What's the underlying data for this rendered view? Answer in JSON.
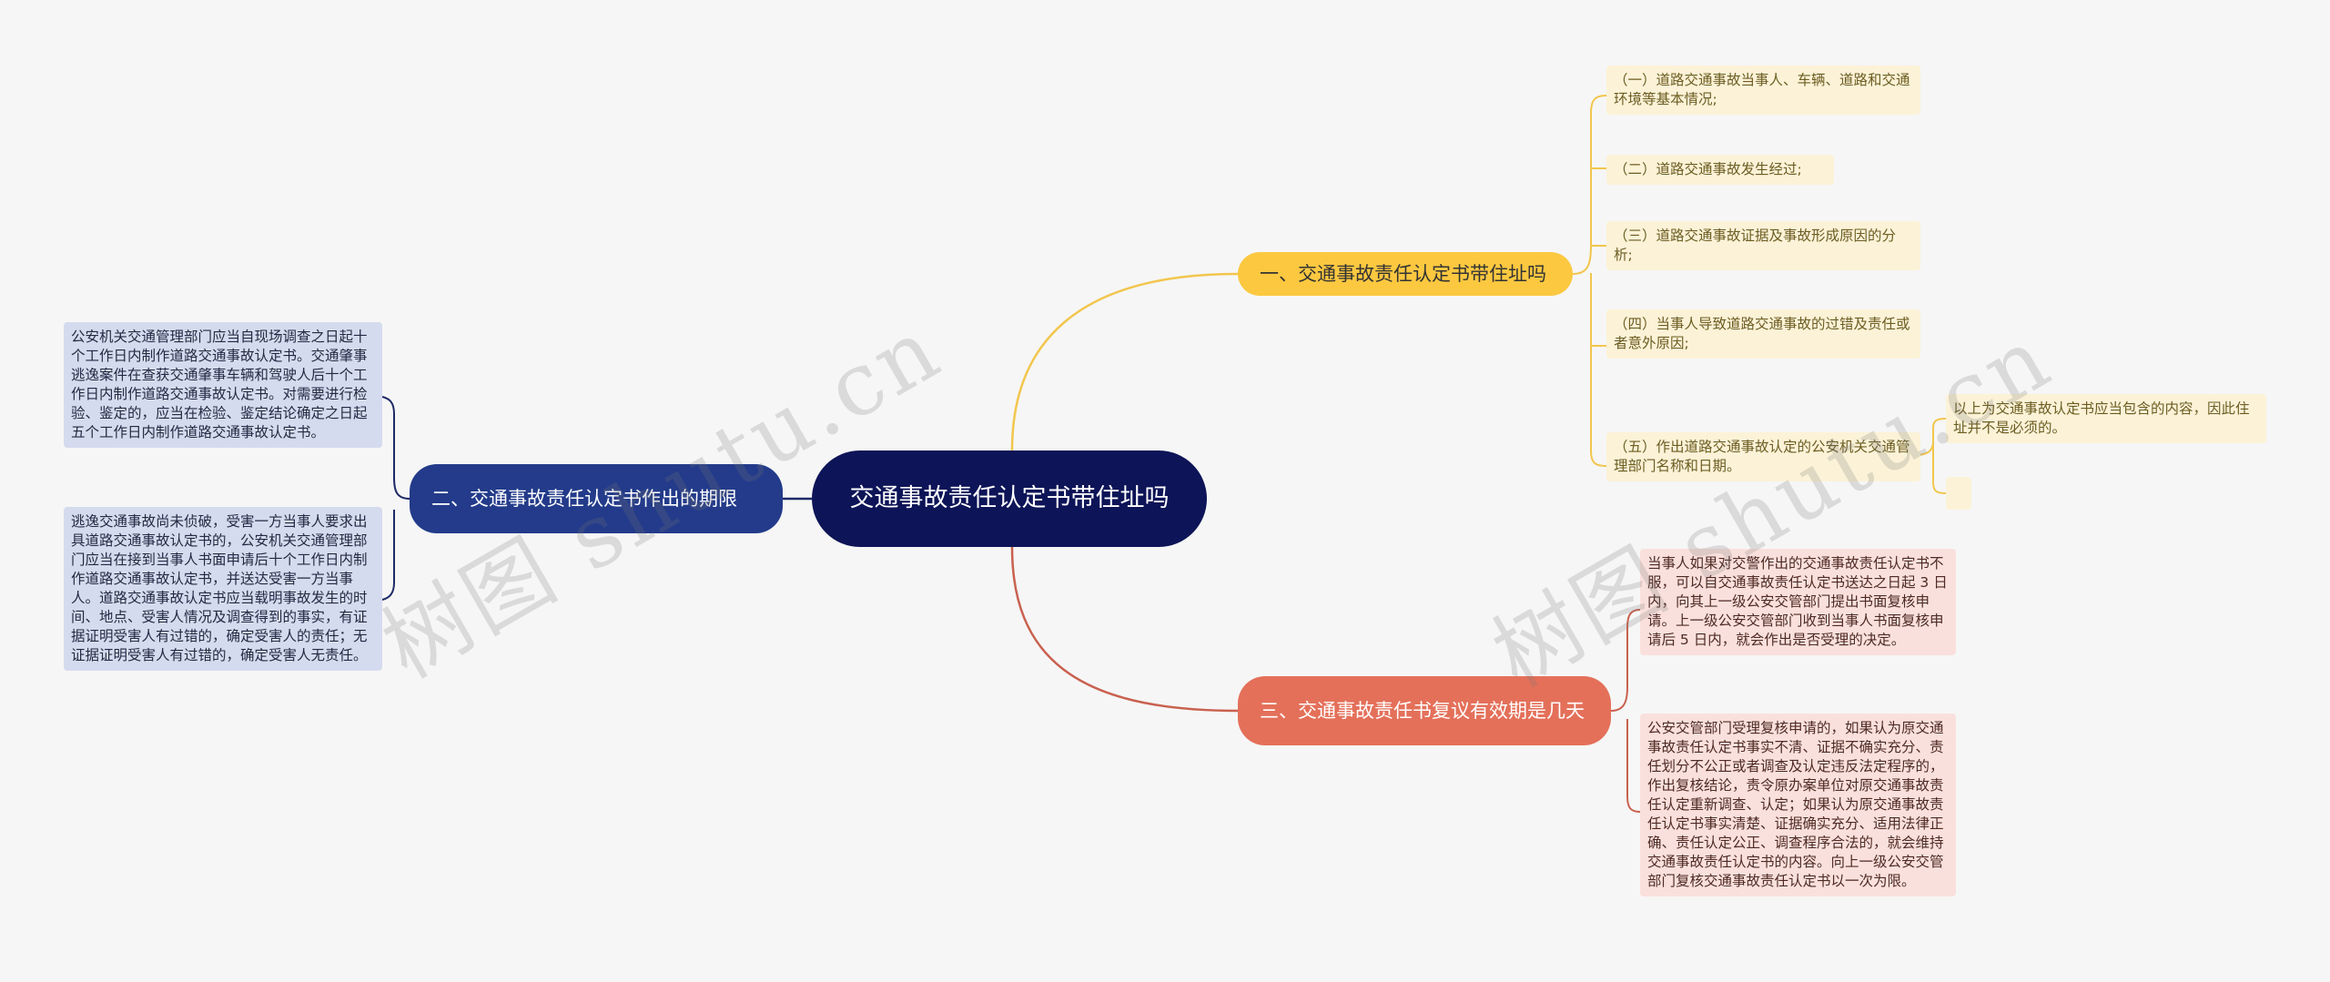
{
  "root": {
    "title": "交通事故责任认定书带住址吗"
  },
  "branch1": {
    "label": "一、交通事故责任认定书带住址吗",
    "items": [
      "（一）道路交通事故当事人、车辆、道路和交通环境等基本情况;",
      "（二）道路交通事故发生经过;",
      "（三）道路交通事故证据及事故形成原因的分析;",
      "（四）当事人导致道路交通事故的过错及责任或者意外原因;",
      "（五）作出道路交通事故认定的公安机关交通管理部门名称和日期。"
    ],
    "sub_note": "以上为交通事故认定书应当包含的内容，因此住址并不是必须的。",
    "sub_blank": ""
  },
  "branch2": {
    "label": "二、交通事故责任认定书作出的期限",
    "items": [
      "公安机关交通管理部门应当自现场调查之日起十个工作日内制作道路交通事故认定书。交通肇事逃逸案件在查获交通肇事车辆和驾驶人后十个工作日内制作道路交通事故认定书。对需要进行检验、鉴定的，应当在检验、鉴定结论确定之日起五个工作日内制作道路交通事故认定书。",
      "逃逸交通事故尚未侦破，受害一方当事人要求出具道路交通事故认定书的，公安机关交通管理部门应当在接到当事人书面申请后十个工作日内制作道路交通事故认定书，并送达受害一方当事人。道路交通事故认定书应当载明事故发生的时间、地点、受害人情况及调查得到的事实，有证据证明受害人有过错的，确定受害人的责任；无证据证明受害人有过错的，确定受害人无责任。"
    ]
  },
  "branch3": {
    "label": "三、交通事故责任书复议有效期是几天",
    "items": [
      "当事人如果对交警作出的交通事故责任认定书不服，可以自交通事故责任认定书送达之日起 3 日内，向其上一级公安交管部门提出书面复核申请。上一级公安交管部门收到当事人书面复核申请后 5 日内，就会作出是否受理的决定。",
      "公安交管部门受理复核申请的，如果认为原交通事故责任认定书事实不清、证据不确实充分、责任划分不公正或者调查及认定违反法定程序的，作出复核结论，责令原办案单位对原交通事故责任认定重新调查、认定；如果认为原交通事故责任认定书事实清楚、证据确实充分、适用法律正确、责任认定公正、调查程序合法的，就会维持交通事故责任认定书的内容。向上一级公安交管部门复核交通事故责任认定书以一次为限。"
    ]
  },
  "watermark": [
    "树图 shutu.cn",
    "树图 shutu.cn"
  ],
  "colors": {
    "root": "#0d1457",
    "branch1": "#fbc840",
    "branch2": "#233b8a",
    "branch3": "#e4705a",
    "edge1": "#f2c64d",
    "edge2": "#1d2a66",
    "edge3": "#c9614f"
  }
}
